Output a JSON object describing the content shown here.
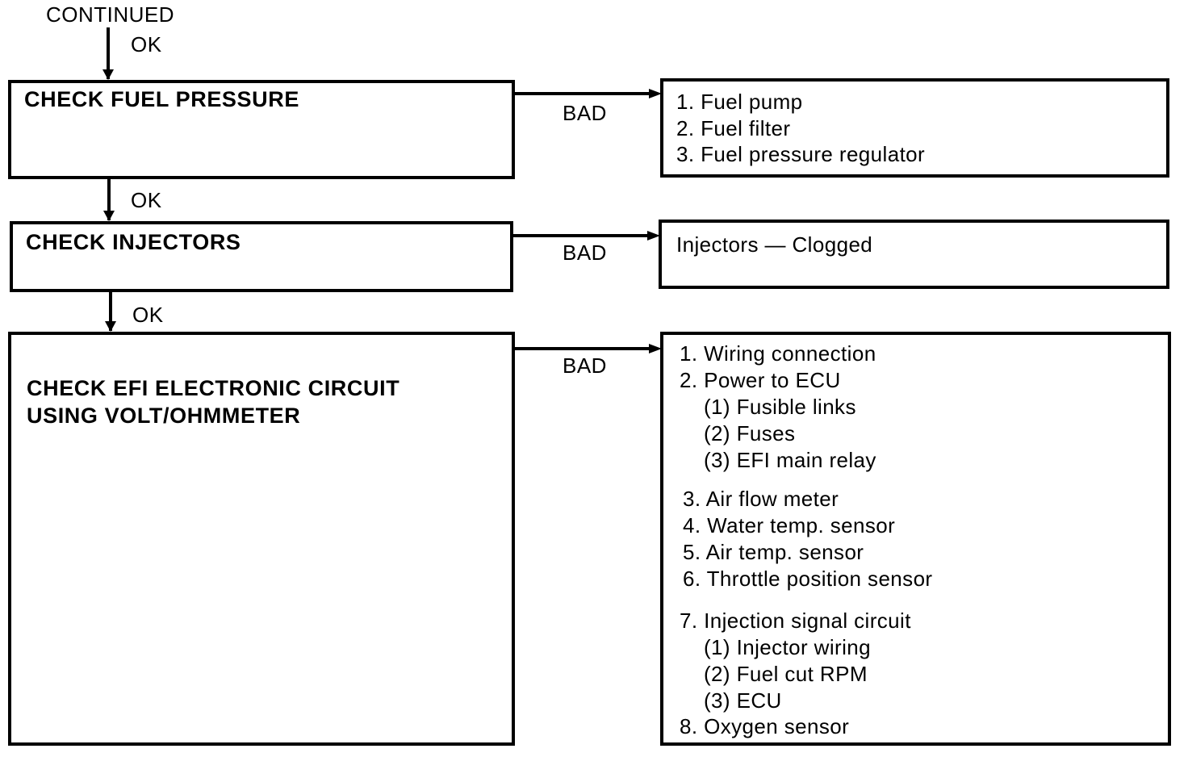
{
  "header": {
    "continued": "CONTINUED"
  },
  "labels": {
    "ok": "OK",
    "bad": "BAD"
  },
  "steps": [
    {
      "title": [
        "CHECK FUEL PRESSURE"
      ]
    },
    {
      "title": [
        "CHECK INJECTORS"
      ]
    },
    {
      "title": [
        "CHECK EFI ELECTRONIC CIRCUIT",
        "USING VOLT/OHMMETER"
      ]
    }
  ],
  "results": [
    {
      "lines": [
        "1. Fuel pump",
        "2. Fuel filter",
        "3. Fuel pressure regulator"
      ]
    },
    {
      "lines": [
        "Injectors — Clogged"
      ]
    },
    {
      "lines": [
        "1. Wiring connection",
        "2. Power to ECU",
        "(1)  Fusible links",
        "(2)  Fuses",
        "(3)  EFI main relay",
        "3. Air flow meter",
        "4. Water temp. sensor",
        "5. Air temp. sensor",
        "6. Throttle position sensor",
        "7. Injection signal circuit",
        "(1)  Injector wiring",
        "(2)  Fuel cut RPM",
        "(3)  ECU",
        "8. Oxygen sensor"
      ]
    }
  ]
}
